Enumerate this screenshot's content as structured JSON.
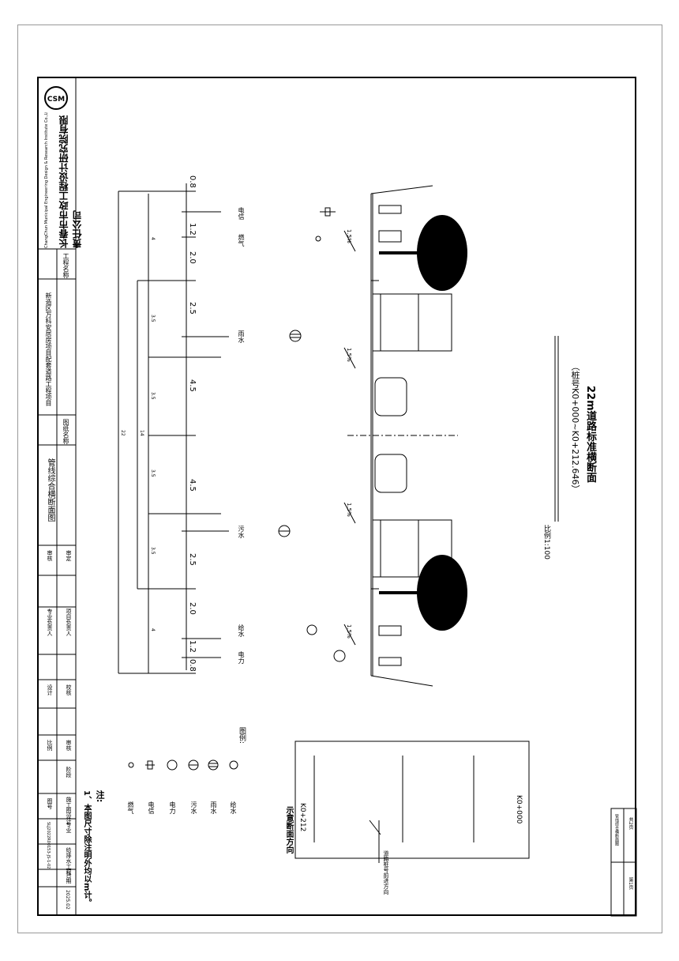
{
  "company": {
    "name_cn": "长春市市政工程设计研究院有限责任公司",
    "name_en": "ChangChun Municipal Engineering Design & Research Institute Co.,Ltd."
  },
  "title_block": {
    "project_name_label": "工程名称",
    "project_name": "新造区万科安居房项目配套道路工程项目",
    "drawing_name_label": "图纸名称",
    "drawing_name": "管线综合横断面图",
    "roles": [
      "审定",
      "审核",
      "项目负责人",
      "专业负责人",
      "校核",
      "设计",
      "审核",
      "比例"
    ],
    "stage_label": "阶段",
    "stage": "施工图设计",
    "discipline_label": "专业",
    "discipline": "给排水工程",
    "drawing_no_label": "图号",
    "drawing_no": "SLJ2022R00153-JS-1-02",
    "date_label": "日期",
    "date": "2025.02"
  },
  "section": {
    "title": "22m道路标准横断面",
    "stake_range": "（桩号K0+000~K0+212.646）",
    "scale": "比例1:100",
    "slope_label": "1.5%"
  },
  "dimensions": {
    "segments": [
      "0.8",
      "1.2",
      "2.0",
      "2.5",
      "4.5",
      "4.5",
      "2.5",
      "2.0",
      "1.2",
      "0.8"
    ],
    "lanes": [
      "3.5",
      "3.5",
      "3.5",
      "3.5"
    ],
    "sidewalk": "4",
    "carriageway_total": "14",
    "total": "22"
  },
  "utility_labels": [
    "电信",
    "燃气",
    "雨水",
    "污水",
    "给水",
    "电力"
  ],
  "legend": {
    "title": "图例:",
    "items": [
      "给水",
      "雨水",
      "污水",
      "电力",
      "电信",
      "燃气"
    ]
  },
  "note": {
    "title": "注:",
    "text": "1、本图尺寸除注明外均以m计。"
  },
  "index_map": {
    "title": "示意断面方向",
    "stake_start": "K0+000",
    "stake_end": "K0+212",
    "direction": "道路桩号前进方向"
  },
  "sheet": {
    "total": "共2页",
    "page": "第1页",
    "name": "管线综合横断面图"
  },
  "colors": {
    "line": "#000000",
    "frame_light": "#999999"
  }
}
